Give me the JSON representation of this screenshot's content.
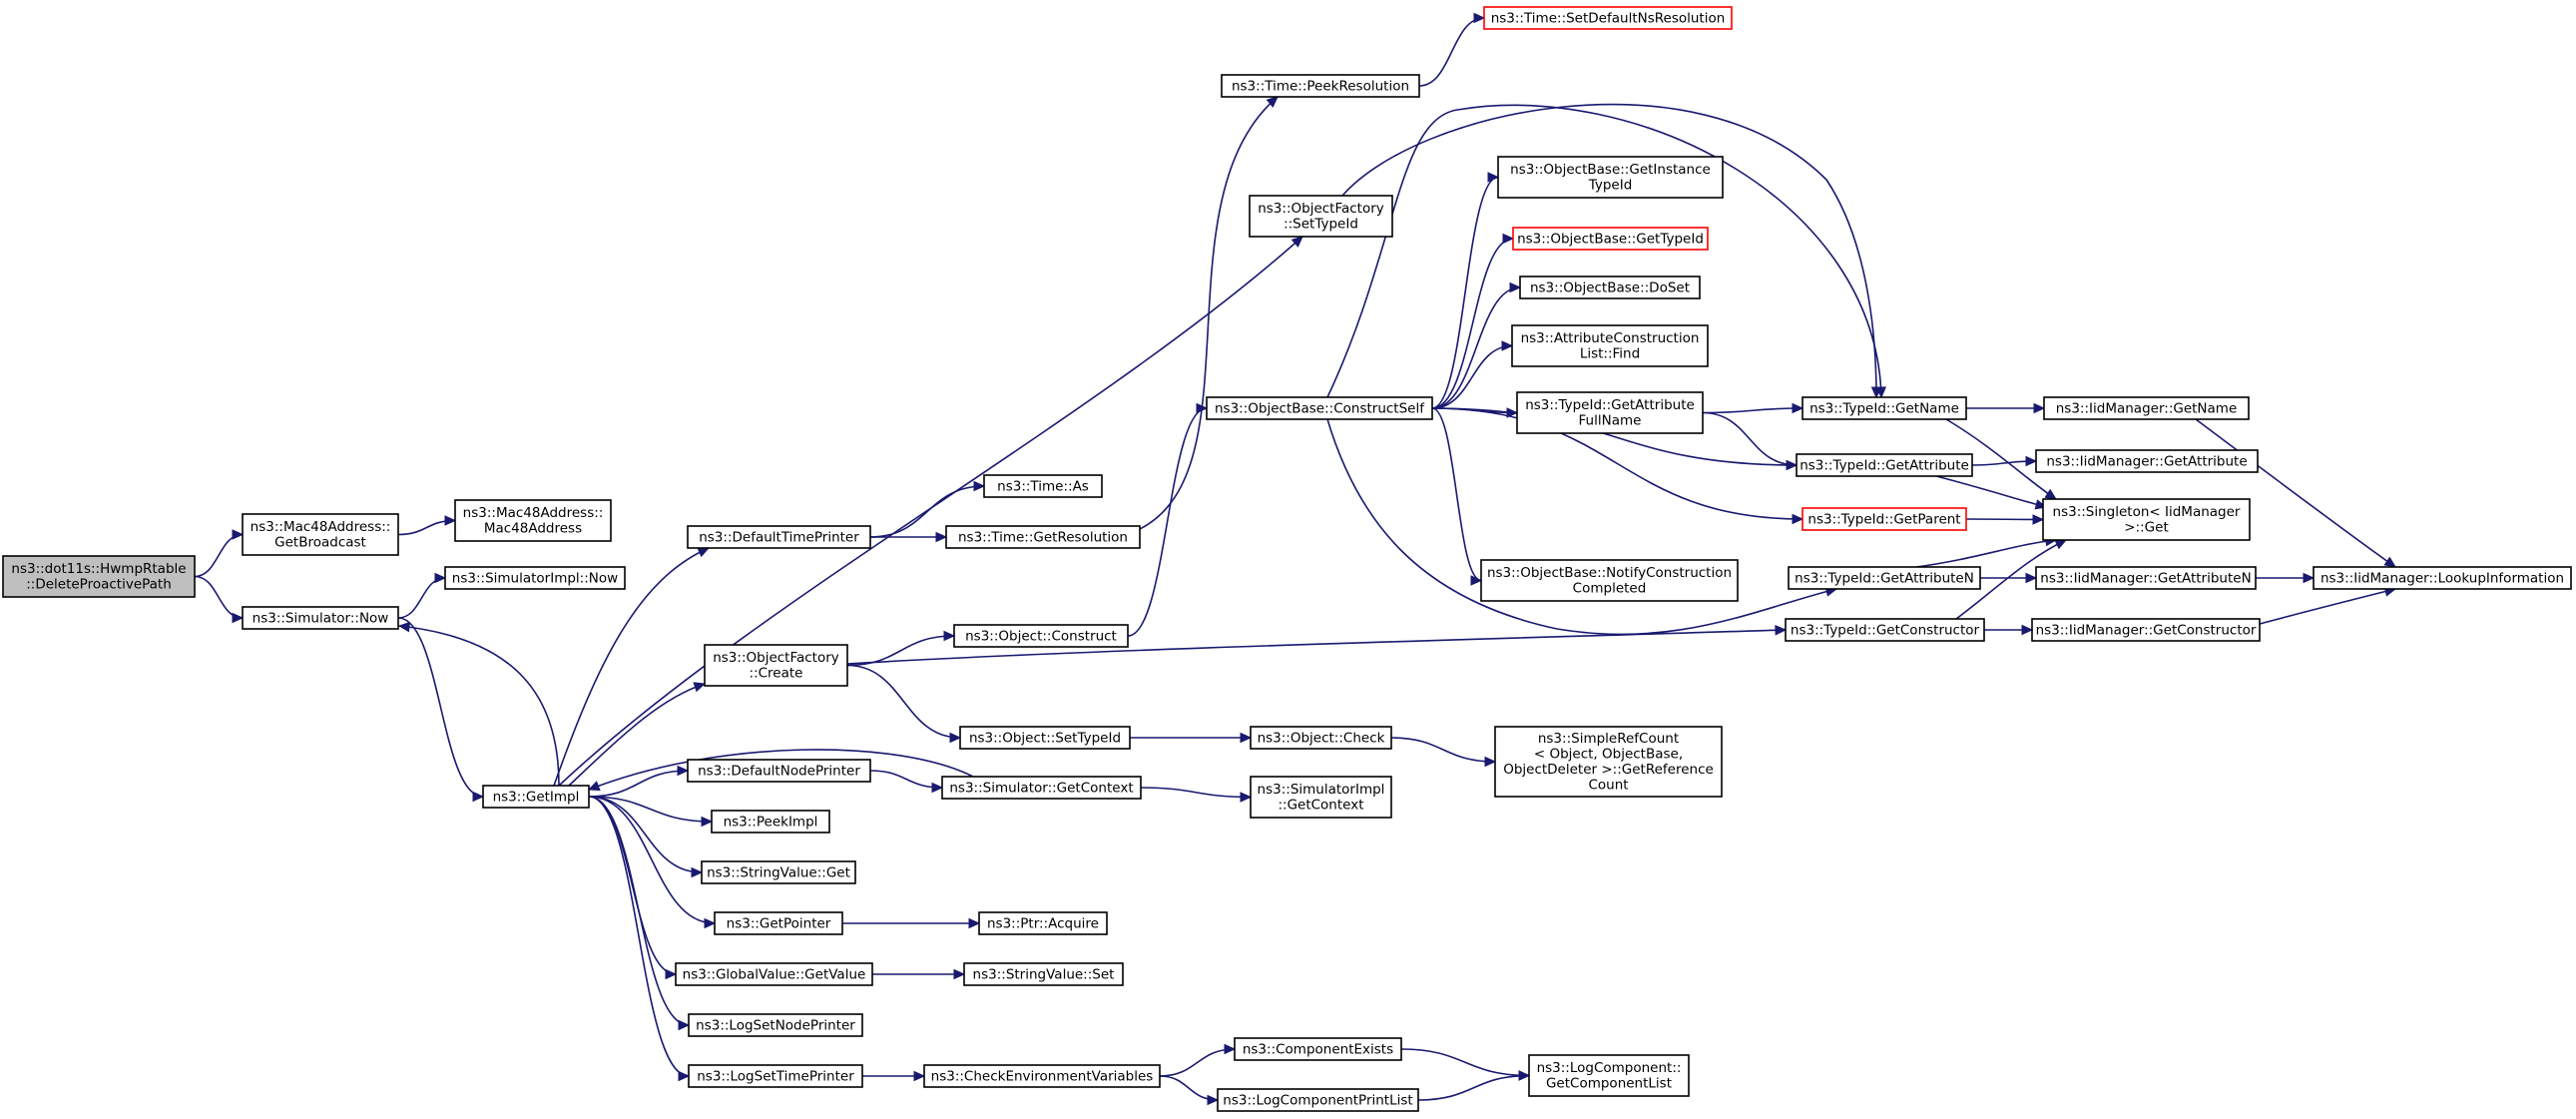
{
  "graph": {
    "nodes": [
      {
        "id": "deleteProactivePath",
        "lines": [
          "ns3::dot11s::HwmpRtable",
          "::DeleteProactivePath"
        ],
        "root": true
      },
      {
        "id": "mac48GetBroadcast",
        "lines": [
          "ns3::Mac48Address::",
          "GetBroadcast"
        ]
      },
      {
        "id": "mac48Ctor",
        "lines": [
          "ns3::Mac48Address::",
          "Mac48Address"
        ]
      },
      {
        "id": "simulatorNow",
        "lines": [
          "ns3::Simulator::Now"
        ]
      },
      {
        "id": "simImplNow",
        "lines": [
          "ns3::SimulatorImpl::Now"
        ]
      },
      {
        "id": "getImpl",
        "lines": [
          "ns3::GetImpl"
        ]
      },
      {
        "id": "defaultTimePrinter",
        "lines": [
          "ns3::DefaultTimePrinter"
        ]
      },
      {
        "id": "timeAs",
        "lines": [
          "ns3::Time::As"
        ]
      },
      {
        "id": "timeGetResolution",
        "lines": [
          "ns3::Time::GetResolution"
        ]
      },
      {
        "id": "timePeekResolution",
        "lines": [
          "ns3::Time::PeekResolution"
        ]
      },
      {
        "id": "timeSetDefaultNsResolution",
        "lines": [
          "ns3::Time::SetDefaultNsResolution"
        ],
        "truncated": true
      },
      {
        "id": "objectFactorySetTypeId",
        "lines": [
          "ns3::ObjectFactory",
          "::SetTypeId"
        ]
      },
      {
        "id": "objectFactoryCreate",
        "lines": [
          "ns3::ObjectFactory",
          "::Create"
        ]
      },
      {
        "id": "objectConstruct",
        "lines": [
          "ns3::Object::Construct"
        ]
      },
      {
        "id": "objectSetTypeId",
        "lines": [
          "ns3::Object::SetTypeId"
        ]
      },
      {
        "id": "objectCheck",
        "lines": [
          "ns3::Object::Check"
        ]
      },
      {
        "id": "simpleRefCount",
        "lines": [
          "ns3::SimpleRefCount",
          "< Object, ObjectBase,",
          "ObjectDeleter >::GetReference",
          "Count"
        ]
      },
      {
        "id": "defaultNodePrinter",
        "lines": [
          "ns3::DefaultNodePrinter"
        ]
      },
      {
        "id": "simulatorGetContext",
        "lines": [
          "ns3::Simulator::GetContext"
        ]
      },
      {
        "id": "simImplGetContext",
        "lines": [
          "ns3::SimulatorImpl",
          "::GetContext"
        ]
      },
      {
        "id": "peekImpl",
        "lines": [
          "ns3::PeekImpl"
        ]
      },
      {
        "id": "stringValueGet",
        "lines": [
          "ns3::StringValue::Get"
        ]
      },
      {
        "id": "getPointer",
        "lines": [
          "ns3::GetPointer"
        ]
      },
      {
        "id": "ptrAcquire",
        "lines": [
          "ns3::Ptr::Acquire"
        ]
      },
      {
        "id": "globalValueGetValue",
        "lines": [
          "ns3::GlobalValue::GetValue"
        ]
      },
      {
        "id": "stringValueSet",
        "lines": [
          "ns3::StringValue::Set"
        ]
      },
      {
        "id": "logSetNodePrinter",
        "lines": [
          "ns3::LogSetNodePrinter"
        ]
      },
      {
        "id": "logSetTimePrinter",
        "lines": [
          "ns3::LogSetTimePrinter"
        ]
      },
      {
        "id": "checkEnvVars",
        "lines": [
          "ns3::CheckEnvironmentVariables"
        ]
      },
      {
        "id": "componentExists",
        "lines": [
          "ns3::ComponentExists"
        ]
      },
      {
        "id": "logComponentPrintList",
        "lines": [
          "ns3::LogComponentPrintList"
        ]
      },
      {
        "id": "logComponentGetList",
        "lines": [
          "ns3::LogComponent::",
          "GetComponentList"
        ]
      },
      {
        "id": "objectBaseConstructSelf",
        "lines": [
          "ns3::ObjectBase::ConstructSelf"
        ]
      },
      {
        "id": "objectBaseGetInstanceTypeId",
        "lines": [
          "ns3::ObjectBase::GetInstance",
          "TypeId"
        ]
      },
      {
        "id": "objectBaseGetTypeId",
        "lines": [
          "ns3::ObjectBase::GetTypeId"
        ],
        "truncated": true
      },
      {
        "id": "objectBaseDoSet",
        "lines": [
          "ns3::ObjectBase::DoSet"
        ]
      },
      {
        "id": "attrConstructionListFind",
        "lines": [
          "ns3::AttributeConstruction",
          "List::Find"
        ]
      },
      {
        "id": "typeIdGetAttributeFullName",
        "lines": [
          "ns3::TypeId::GetAttribute",
          "FullName"
        ]
      },
      {
        "id": "objectBaseNotifyConstructionCompleted",
        "lines": [
          "ns3::ObjectBase::NotifyConstruction",
          "Completed"
        ]
      },
      {
        "id": "typeIdGetName",
        "lines": [
          "ns3::TypeId::GetName"
        ]
      },
      {
        "id": "typeIdGetAttribute",
        "lines": [
          "ns3::TypeId::GetAttribute"
        ]
      },
      {
        "id": "typeIdGetParent",
        "lines": [
          "ns3::TypeId::GetParent"
        ],
        "truncated": true
      },
      {
        "id": "typeIdGetAttributeN",
        "lines": [
          "ns3::TypeId::GetAttributeN"
        ]
      },
      {
        "id": "typeIdGetConstructor",
        "lines": [
          "ns3::TypeId::GetConstructor"
        ]
      },
      {
        "id": "iidManagerGetName",
        "lines": [
          "ns3::IidManager::GetName"
        ]
      },
      {
        "id": "iidManagerGetAttribute",
        "lines": [
          "ns3::IidManager::GetAttribute"
        ]
      },
      {
        "id": "singletonGet",
        "lines": [
          "ns3::Singleton< IidManager",
          ">::Get"
        ]
      },
      {
        "id": "iidManagerGetAttributeN",
        "lines": [
          "ns3::IidManager::GetAttributeN"
        ]
      },
      {
        "id": "iidManagerGetConstructor",
        "lines": [
          "ns3::IidManager::GetConstructor"
        ]
      },
      {
        "id": "iidManagerLookupInformation",
        "lines": [
          "ns3::IidManager::LookupInformation"
        ]
      }
    ],
    "edges": [
      {
        "from": "deleteProactivePath",
        "to": "mac48GetBroadcast"
      },
      {
        "from": "deleteProactivePath",
        "to": "simulatorNow"
      },
      {
        "from": "mac48GetBroadcast",
        "to": "mac48Ctor"
      },
      {
        "from": "simulatorNow",
        "to": "simImplNow"
      },
      {
        "from": "simulatorNow",
        "to": "getImpl"
      },
      {
        "from": "getImpl",
        "to": "simulatorNow"
      },
      {
        "from": "getImpl",
        "to": "defaultTimePrinter"
      },
      {
        "from": "getImpl",
        "to": "objectFactorySetTypeId"
      },
      {
        "from": "getImpl",
        "to": "objectFactoryCreate"
      },
      {
        "from": "getImpl",
        "to": "defaultNodePrinter"
      },
      {
        "from": "getImpl",
        "to": "peekImpl"
      },
      {
        "from": "getImpl",
        "to": "stringValueGet"
      },
      {
        "from": "getImpl",
        "to": "getPointer"
      },
      {
        "from": "getImpl",
        "to": "globalValueGetValue"
      },
      {
        "from": "getImpl",
        "to": "logSetNodePrinter"
      },
      {
        "from": "getImpl",
        "to": "logSetTimePrinter"
      },
      {
        "from": "defaultTimePrinter",
        "to": "timeAs"
      },
      {
        "from": "defaultTimePrinter",
        "to": "timeGetResolution"
      },
      {
        "from": "timeGetResolution",
        "to": "timePeekResolution"
      },
      {
        "from": "timePeekResolution",
        "to": "timeSetDefaultNsResolution"
      },
      {
        "from": "objectFactorySetTypeId",
        "to": "typeIdGetName"
      },
      {
        "from": "objectFactoryCreate",
        "to": "objectConstruct"
      },
      {
        "from": "objectFactoryCreate",
        "to": "objectSetTypeId"
      },
      {
        "from": "objectFactoryCreate",
        "to": "typeIdGetConstructor"
      },
      {
        "from": "objectConstruct",
        "to": "objectBaseConstructSelf"
      },
      {
        "from": "objectSetTypeId",
        "to": "objectCheck"
      },
      {
        "from": "objectCheck",
        "to": "simpleRefCount"
      },
      {
        "from": "defaultNodePrinter",
        "to": "simulatorGetContext"
      },
      {
        "from": "simulatorGetContext",
        "to": "getImpl"
      },
      {
        "from": "simulatorGetContext",
        "to": "simImplGetContext"
      },
      {
        "from": "getPointer",
        "to": "ptrAcquire"
      },
      {
        "from": "globalValueGetValue",
        "to": "stringValueSet"
      },
      {
        "from": "logSetTimePrinter",
        "to": "checkEnvVars"
      },
      {
        "from": "checkEnvVars",
        "to": "componentExists"
      },
      {
        "from": "checkEnvVars",
        "to": "logComponentPrintList"
      },
      {
        "from": "componentExists",
        "to": "logComponentGetList"
      },
      {
        "from": "logComponentPrintList",
        "to": "logComponentGetList"
      },
      {
        "from": "objectBaseConstructSelf",
        "to": "objectBaseGetInstanceTypeId"
      },
      {
        "from": "objectBaseConstructSelf",
        "to": "objectBaseGetTypeId"
      },
      {
        "from": "objectBaseConstructSelf",
        "to": "objectBaseDoSet"
      },
      {
        "from": "objectBaseConstructSelf",
        "to": "attrConstructionListFind"
      },
      {
        "from": "objectBaseConstructSelf",
        "to": "typeIdGetAttributeFullName"
      },
      {
        "from": "objectBaseConstructSelf",
        "to": "objectBaseNotifyConstructionCompleted"
      },
      {
        "from": "objectBaseConstructSelf",
        "to": "typeIdGetName"
      },
      {
        "from": "objectBaseConstructSelf",
        "to": "typeIdGetAttribute"
      },
      {
        "from": "objectBaseConstructSelf",
        "to": "typeIdGetParent"
      },
      {
        "from": "objectBaseConstructSelf",
        "to": "typeIdGetAttributeN"
      },
      {
        "from": "typeIdGetAttributeFullName",
        "to": "typeIdGetName"
      },
      {
        "from": "typeIdGetAttributeFullName",
        "to": "typeIdGetAttribute"
      },
      {
        "from": "typeIdGetName",
        "to": "iidManagerGetName"
      },
      {
        "from": "typeIdGetName",
        "to": "singletonGet"
      },
      {
        "from": "typeIdGetAttribute",
        "to": "iidManagerGetAttribute"
      },
      {
        "from": "typeIdGetAttribute",
        "to": "singletonGet"
      },
      {
        "from": "typeIdGetParent",
        "to": "singletonGet"
      },
      {
        "from": "typeIdGetAttributeN",
        "to": "singletonGet"
      },
      {
        "from": "typeIdGetAttributeN",
        "to": "iidManagerGetAttributeN"
      },
      {
        "from": "typeIdGetConstructor",
        "to": "singletonGet"
      },
      {
        "from": "typeIdGetConstructor",
        "to": "iidManagerGetConstructor"
      },
      {
        "from": "iidManagerGetName",
        "to": "iidManagerLookupInformation"
      },
      {
        "from": "iidManagerGetAttributeN",
        "to": "iidManagerLookupInformation"
      },
      {
        "from": "iidManagerGetConstructor",
        "to": "iidManagerLookupInformation"
      }
    ]
  },
  "colors": {
    "edge": "#191970",
    "node_border": "#000000",
    "node_fill": "#ffffff",
    "root_fill": "#bfbfbf",
    "truncated_border": "#ff0000"
  }
}
